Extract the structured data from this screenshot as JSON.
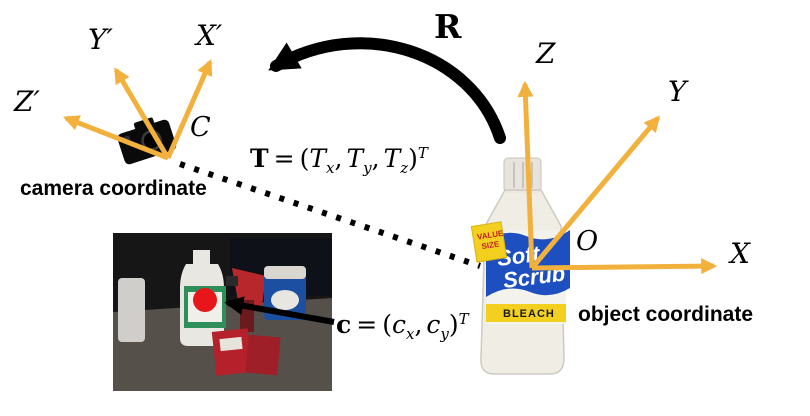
{
  "diagram": {
    "camera": {
      "axis_labels": {
        "y": "Y′",
        "x": "X′",
        "z": "Z′"
      },
      "origin_label": "C",
      "caption": "camera coordinate"
    },
    "object": {
      "axis_labels": {
        "z": "Z",
        "y": "Y",
        "x": "X"
      },
      "origin_label": "O",
      "caption": "object coordinate"
    },
    "rotation_label": "R",
    "translation_formula": {
      "symbol": "T",
      "equals": "=",
      "open": "(",
      "var": "T",
      "sub_x": "x",
      "sub_y": "y",
      "sub_z": "z",
      "comma": ",",
      "close": ")",
      "sup": "T"
    },
    "projection_formula": {
      "symbol": "c",
      "equals": "=",
      "open": "(",
      "var": "c",
      "sub_x": "x",
      "sub_y": "y",
      "comma": ",",
      "close": ")",
      "sup": "T"
    },
    "bottle": {
      "brand_line1": "Soft",
      "brand_line2": "Scrub",
      "band": "BLEACH",
      "tag_line1": "VALUE",
      "tag_line2": "SIZE"
    },
    "colors": {
      "axis": "#F2B13C",
      "red_dot": "#E8151B",
      "ink": "#000000",
      "label_blue": "#1D4FC0",
      "band_yellow": "#F3CF1F"
    }
  }
}
